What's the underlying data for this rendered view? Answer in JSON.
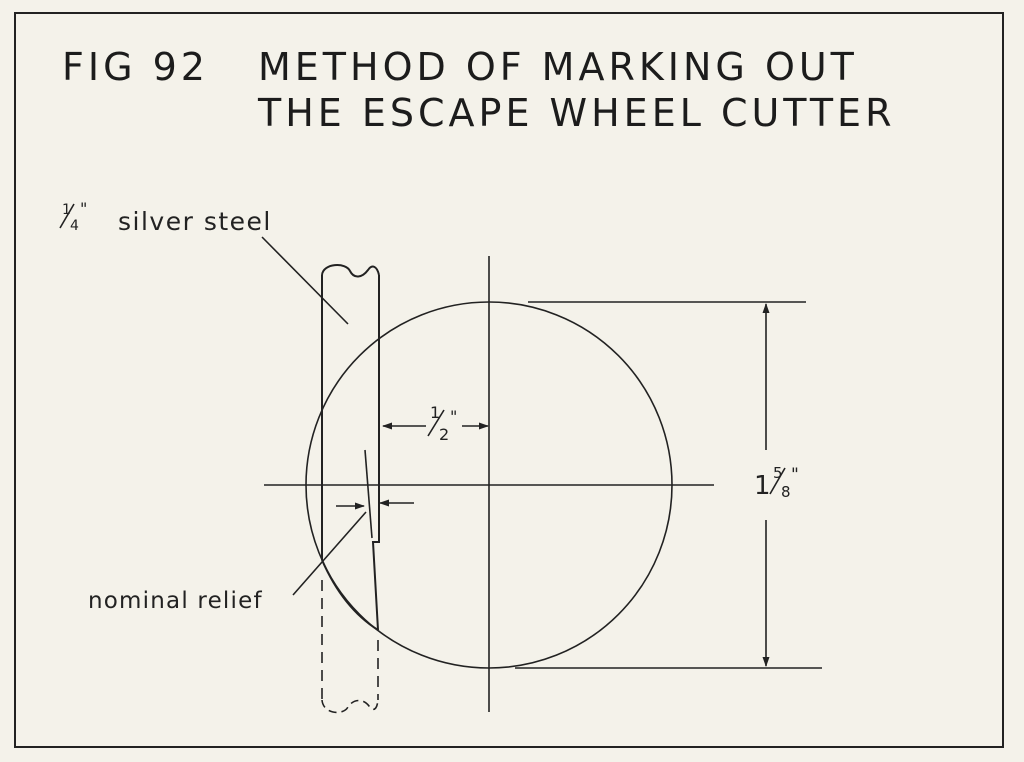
{
  "figure": {
    "number": "FIG 92",
    "title_line_1": "METHOD OF MARKING OUT",
    "title_line_2": "THE ESCAPE  WHEEL CUTTER"
  },
  "labels": {
    "stock": "silver steel",
    "stock_size": {
      "whole": "",
      "numerator": "1",
      "denominator": "4",
      "unit": "\""
    },
    "offset": {
      "numerator": "1",
      "denominator": "2",
      "unit": "\""
    },
    "diameter": {
      "whole": "1",
      "numerator": "5",
      "denominator": "8",
      "unit": "\""
    },
    "relief": "nominal relief"
  },
  "colors": {
    "ink": "#222222",
    "paper": "#f4f2ea"
  }
}
